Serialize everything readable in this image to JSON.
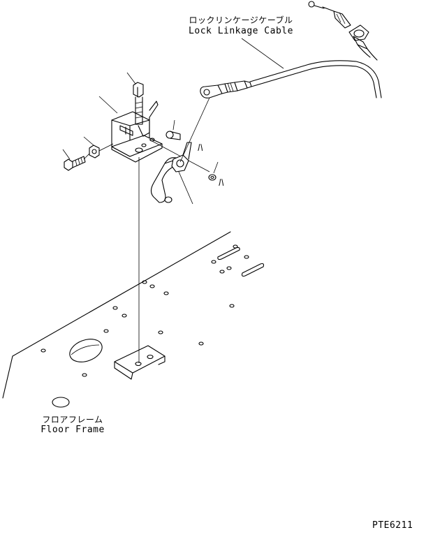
{
  "labels": {
    "cable_jp": "ロックリンケージケーブル",
    "cable_en": "Lock Linkage Cable",
    "frame_jp": "フロアフレーム",
    "frame_en": "Floor Frame",
    "part_mark_a": "ﾊ",
    "part_mark_b": "ﾊ",
    "figure_code": "PTE6211"
  }
}
